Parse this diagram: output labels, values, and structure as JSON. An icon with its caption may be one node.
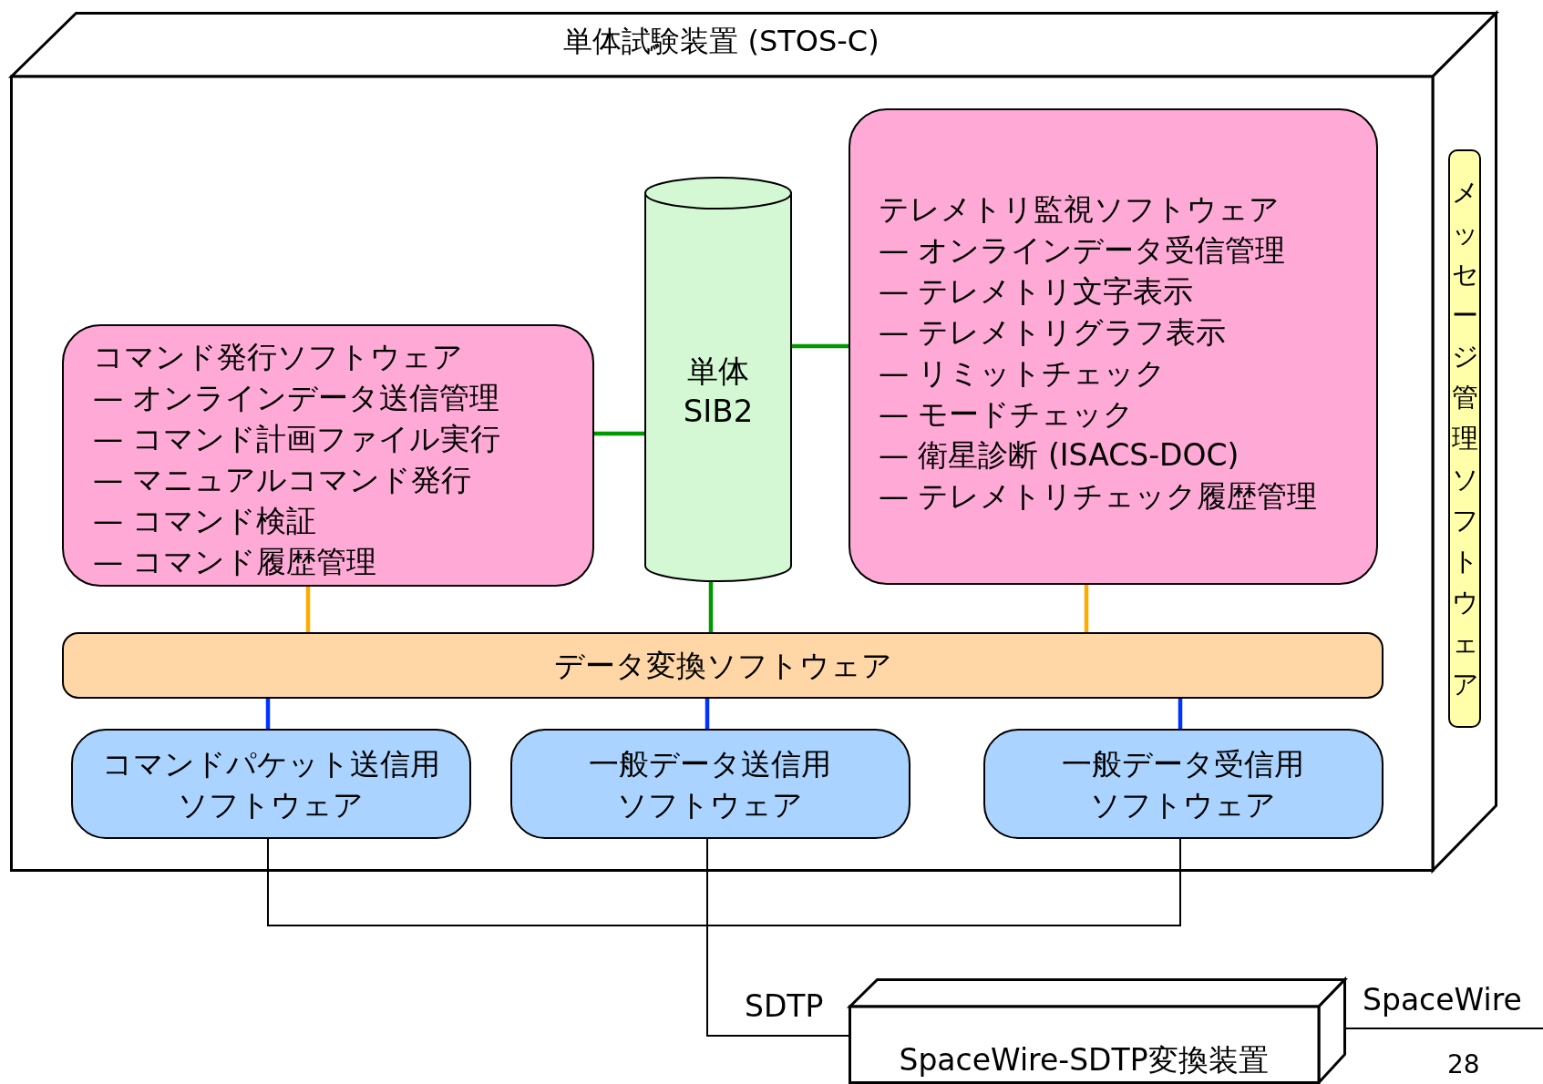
{
  "diagram": {
    "nodes": [
      {
        "text": [
          "単体試験装置 (STOS-C)"
        ]
      },
      {
        "text": [
          "コマンド発行ソフトウェア",
          "— オンラインデータ送信管理",
          "— コマンド計画ファイル実行",
          "— マニュアルコマンド発行",
          "— コマンド検証",
          "— コマンド履歴管理"
        ],
        "in": 0
      },
      {
        "text": [
          "単体 SIB2"
        ],
        "in": 0
      },
      {
        "text": [
          "テレメトリ監視ソフトウェア",
          "— オンラインデータ受信管理",
          "— テレメトリ文字表示",
          "— テレメトリグラフ表示",
          "— リミットチェック",
          "— モードチェック",
          "— 衛星診断 (ISACS-DOC)",
          "— テレメトリチェック履歴管理"
        ],
        "in": 0
      },
      {
        "text": [
          "メッセージ管理ソフトウェア"
        ]
      },
      {
        "text": [
          "データ変換ソフトウェア"
        ],
        "in": 0
      },
      {
        "text": [
          "コマンドパケット送信用ソフトウェア"
        ],
        "in": 0
      },
      {
        "text": [
          "一般データ送信用ソフトウェア"
        ],
        "in": 0
      },
      {
        "text": [
          "一般データ受信用ソフトウェア"
        ],
        "in": 0
      },
      {
        "text": [
          "SpaceWire-SDTP変換装置"
        ]
      }
    ],
    "edges": [
      {
        "from": 1,
        "to": 2,
        "arrow": "none",
        "color": "#009900"
      },
      {
        "from": 2,
        "to": 3,
        "arrow": "none",
        "color": "#009900"
      },
      {
        "from": 1,
        "to": 5,
        "arrow": "none",
        "color": "#ffaa00"
      },
      {
        "from": 2,
        "to": 5,
        "arrow": "none",
        "color": "#009900"
      },
      {
        "from": 3,
        "to": 5,
        "arrow": "none",
        "color": "#ffaa00"
      },
      {
        "from": 5,
        "to": 6,
        "arrow": "none",
        "color": "#0033ff"
      },
      {
        "from": 5,
        "to": 7,
        "arrow": "none",
        "color": "#0033ff"
      },
      {
        "from": 5,
        "to": 8,
        "arrow": "none",
        "color": "#0033ff"
      },
      {
        "from": 6,
        "to": 9,
        "arrow": "none"
      },
      {
        "from": 7,
        "to": 9,
        "arrow": "none",
        "label": "SDTP"
      },
      {
        "from": 8,
        "to": 9,
        "arrow": "none"
      },
      {
        "from": 9,
        "to": null,
        "arrow": "none",
        "label": "SpaceWire"
      }
    ],
    "labels": [
      "28"
    ]
  }
}
